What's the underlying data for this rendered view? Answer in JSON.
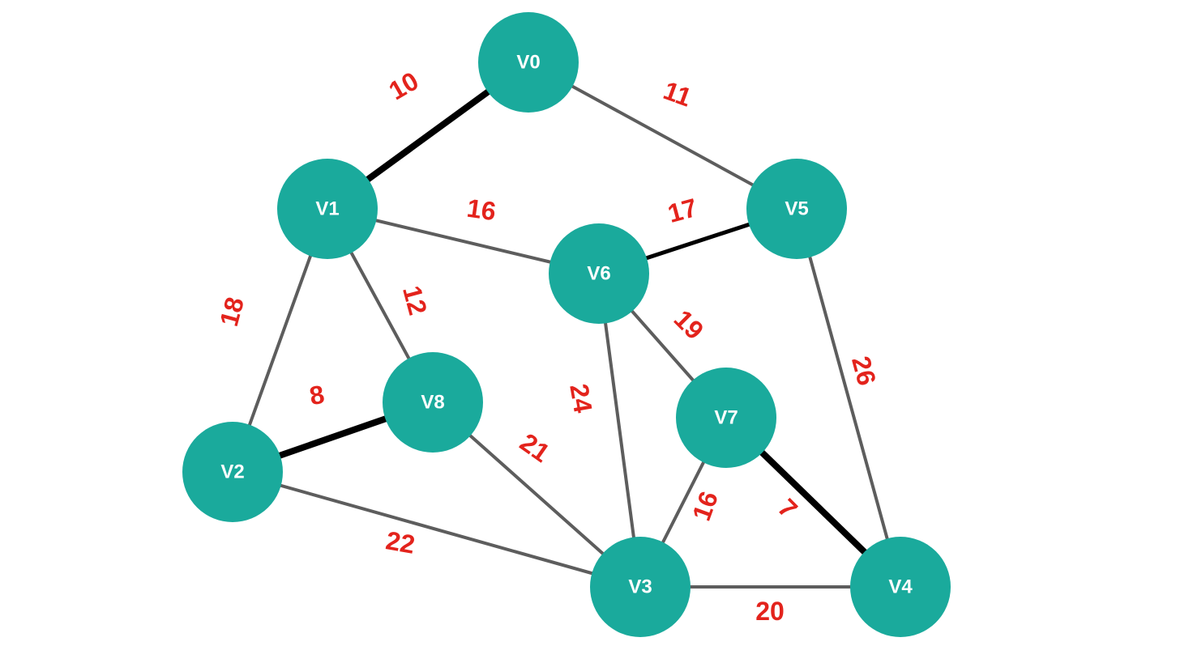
{
  "graph": {
    "nodes": [
      {
        "id": "V0",
        "label": "V0"
      },
      {
        "id": "V1",
        "label": "V1"
      },
      {
        "id": "V2",
        "label": "V2"
      },
      {
        "id": "V3",
        "label": "V3"
      },
      {
        "id": "V4",
        "label": "V4"
      },
      {
        "id": "V5",
        "label": "V5"
      },
      {
        "id": "V6",
        "label": "V6"
      },
      {
        "id": "V7",
        "label": "V7"
      },
      {
        "id": "V8",
        "label": "V8"
      }
    ],
    "edges": [
      {
        "from": "V0",
        "to": "V1",
        "weight": "10",
        "style": "bold"
      },
      {
        "from": "V0",
        "to": "V5",
        "weight": "11",
        "style": "normal"
      },
      {
        "from": "V1",
        "to": "V6",
        "weight": "16",
        "style": "normal"
      },
      {
        "from": "V1",
        "to": "V2",
        "weight": "18",
        "style": "normal"
      },
      {
        "from": "V1",
        "to": "V8",
        "weight": "12",
        "style": "normal"
      },
      {
        "from": "V5",
        "to": "V6",
        "weight": "17",
        "style": "bold-thin"
      },
      {
        "from": "V5",
        "to": "V4",
        "weight": "26",
        "style": "normal"
      },
      {
        "from": "V2",
        "to": "V8",
        "weight": "8",
        "style": "bold"
      },
      {
        "from": "V2",
        "to": "V3",
        "weight": "22",
        "style": "normal"
      },
      {
        "from": "V8",
        "to": "V3",
        "weight": "21",
        "style": "normal"
      },
      {
        "from": "V6",
        "to": "V3",
        "weight": "24",
        "style": "normal"
      },
      {
        "from": "V6",
        "to": "V7",
        "weight": "19",
        "style": "normal"
      },
      {
        "from": "V7",
        "to": "V3",
        "weight": "16",
        "style": "normal"
      },
      {
        "from": "V7",
        "to": "V4",
        "weight": "7",
        "style": "bold"
      },
      {
        "from": "V3",
        "to": "V4",
        "weight": "20",
        "style": "normal"
      }
    ],
    "colors": {
      "node_fill": "#1aaa9c",
      "node_text": "#ffffff",
      "edge_normal": "#5d5d5d",
      "edge_highlight": "#000000",
      "weight_text": "#e3231c"
    }
  }
}
